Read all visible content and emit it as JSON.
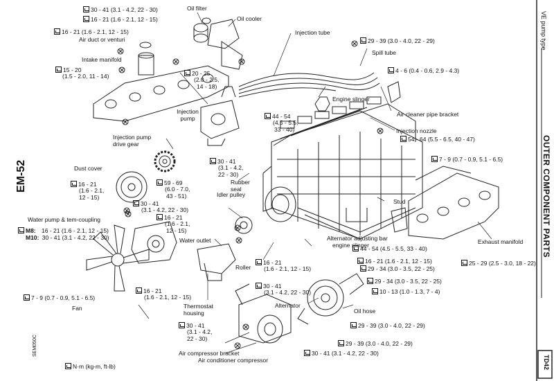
{
  "page": {
    "side_label": "EM-52",
    "doc_code": "SEM050C",
    "section_title": "OUTER COMPONENT PARTS",
    "section_subtitle": "VE pump type",
    "tab_code": "TD42",
    "legend": "N·m (kg-m, ft-lb)"
  },
  "parts": {
    "oil_filter": "Oil filter",
    "oil_cooler": "Oil cooler",
    "injection_tube": "Injection tube",
    "air_duct": "Air duct or venturi",
    "intake_manifold": "Intake manifold",
    "spill_tube": "Spill tube",
    "engine_slinger": "Engine slinger",
    "air_cleaner_bracket": "Air cleaner pipe bracket",
    "injection_pump": "Injection pump",
    "injection_nozzle": "Injection nozzle",
    "injection_pump_gear": "Injection pump drive gear",
    "dust_cover": "Dust cover",
    "rubber_seal": "Rubber seal",
    "idler_pulley": "Idler pulley",
    "stud": "Stud",
    "water_pump": "Water pump & tem-coupling",
    "water_outlet": "Water outlet",
    "alternator_bar": "Alternator adjusting bar",
    "engine_slinger2": "engine slinger",
    "exhaust_manifold": "Exhaust manifold",
    "roller": "Roller",
    "fan": "Fan",
    "thermostat_housing": "Thermostat housing",
    "alternator": "Alternator",
    "oil_hose": "Oil hose",
    "ac_bracket": "Air compressor bracket",
    "ac_compressor": "Air conditioner compressor"
  },
  "torques": {
    "t1": "30 - 41 (3.1 - 4.2, 22 - 30)",
    "t2": "16 - 21 (1.6 - 2.1, 12 - 15)",
    "t3": "16 - 21 (1.6 - 2.1, 12 - 15)",
    "t4a": "15 - 20",
    "t4b": "(1.5 - 2.0, 11 - 14)",
    "t5a": "20 - 25",
    "t5b": "(2.0 - 2.5,",
    "t5c": "14 - 18)",
    "t6": "29 - 39 (3.0 - 4.0, 22 - 29)",
    "t7": "4 - 6 (0.4 - 0.6, 2.9 - 4.3)",
    "t8a": "44 - 54",
    "t8b": "(4.5 - 5.5,",
    "t8c": "33 - 40)",
    "t9": "54 - 64 (5.5 - 6.5, 40 - 47)",
    "t10a": "30 - 41",
    "t10b": "(3.1 - 4.2,",
    "t10c": "22 - 30)",
    "t11": "7 - 9 (0.7 - 0.9, 5.1 - 6.5)",
    "t12a": "16 - 21",
    "t12b": "(1.6 - 2.1,",
    "t12c": "12 - 15)",
    "t13a": "59 - 69",
    "t13b": "(6.0 - 7.0,",
    "t13c": "43 - 51)",
    "t14a": "30 - 41",
    "t14b": "(3.1 - 4.2, 22 - 30)",
    "t15a": "16 - 21",
    "t15b": "(1.6 - 2.1,",
    "t15c": "12 - 15)",
    "m8_label": "M8:",
    "m8": "16 - 21 (1.6 - 2.1, 12 - 15)",
    "m10_label": "M10:",
    "m10": "30 - 41 (3.1 - 4.2, 22 - 30)",
    "t16": "44 - 54 (4.5 - 5.5, 33 - 40)",
    "t17": "16 - 21 (1.6 - 2.1, 12 - 15)",
    "t18": "25 - 29 (2.5 - 3.0, 18 - 22)",
    "t19a": "16 - 21",
    "t19b": "(1.6 - 2.1, 12 - 15)",
    "t20": "29 - 34 (3.0 - 3.5, 22 - 25)",
    "t21": "29 - 34 (3.0 - 3.5, 22 - 25)",
    "t22": "7 - 9 (0.7 - 0.9, 5.1 - 6.5)",
    "t23a": "16 - 21",
    "t23b": "(1.6 - 2.1, 12 - 15)",
    "t24a": "30 - 41",
    "t24b": "(3.1 - 4.2, 22 - 30)",
    "t25": "10 - 13 (1.0 - 1.3, 7 - 4)",
    "t26": "29 - 39 (3.0 - 4.0, 22 - 29)",
    "t27a": "30 - 41",
    "t27b": "(3.1 - 4.2,",
    "t27c": "22 - 30)",
    "t28": "29 - 39 (3.0 - 4.0, 22 - 29)",
    "t29": "30 - 41 (3.1 - 4.2, 22 - 30)"
  }
}
